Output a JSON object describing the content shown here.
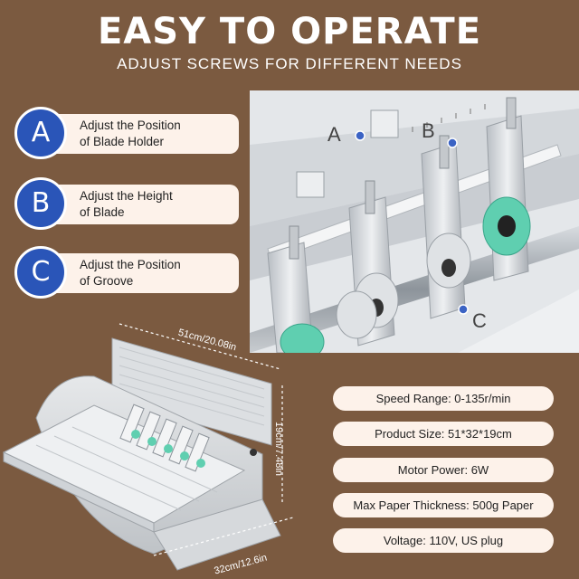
{
  "header": {
    "title": "EASY TO OPERATE",
    "subtitle": "ADJUST SCREWS FOR DIFFERENT NEEDS"
  },
  "features": [
    {
      "letter": "A",
      "line1": "Adjust the Position",
      "line2": "of Blade Holder"
    },
    {
      "letter": "B",
      "line1": "Adjust the Height",
      "line2": "of Blade"
    },
    {
      "letter": "C",
      "line1": "Adjust the Position",
      "line2": "of Groove"
    }
  ],
  "photo_labels": {
    "a": "A",
    "b": "B",
    "c": "C"
  },
  "dimensions": {
    "width": "51cm/20.08in",
    "height": "19cm/7.48in",
    "depth": "32cm/12.6in"
  },
  "specs": [
    "Speed Range: 0-135r/min",
    "Product Size: 51*32*19cm",
    "Motor Power: 6W",
    "Max Paper Thickness: 500g Paper",
    "Voltage: 110V, US plug"
  ],
  "colors": {
    "background": "#7b5a40",
    "badge": "#2a55b8",
    "pill": "#fdf2ea",
    "roller": "#5fcfb0"
  }
}
